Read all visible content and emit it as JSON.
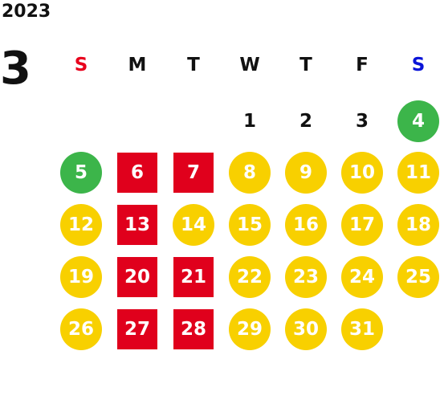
{
  "calendar": {
    "year": "2023",
    "month": "3",
    "weekdays": [
      {
        "label": "S",
        "color": "#e8001c"
      },
      {
        "label": "M",
        "color": "#111111"
      },
      {
        "label": "T",
        "color": "#111111"
      },
      {
        "label": "W",
        "color": "#111111"
      },
      {
        "label": "T",
        "color": "#111111"
      },
      {
        "label": "F",
        "color": "#111111"
      },
      {
        "label": "S",
        "color": "#0a14d8"
      }
    ],
    "colors": {
      "green": "#3cb54a",
      "yellow": "#f8d000",
      "red": "#e0001c"
    },
    "days": [
      {
        "day": "1",
        "row": 0,
        "col": 3,
        "style": "plain"
      },
      {
        "day": "2",
        "row": 0,
        "col": 4,
        "style": "plain"
      },
      {
        "day": "3",
        "row": 0,
        "col": 5,
        "style": "plain"
      },
      {
        "day": "4",
        "row": 0,
        "col": 6,
        "style": "green"
      },
      {
        "day": "5",
        "row": 1,
        "col": 0,
        "style": "green"
      },
      {
        "day": "6",
        "row": 1,
        "col": 1,
        "style": "red"
      },
      {
        "day": "7",
        "row": 1,
        "col": 2,
        "style": "red"
      },
      {
        "day": "8",
        "row": 1,
        "col": 3,
        "style": "yellow"
      },
      {
        "day": "9",
        "row": 1,
        "col": 4,
        "style": "yellow"
      },
      {
        "day": "10",
        "row": 1,
        "col": 5,
        "style": "yellow"
      },
      {
        "day": "11",
        "row": 1,
        "col": 6,
        "style": "yellow"
      },
      {
        "day": "12",
        "row": 2,
        "col": 0,
        "style": "yellow"
      },
      {
        "day": "13",
        "row": 2,
        "col": 1,
        "style": "red"
      },
      {
        "day": "14",
        "row": 2,
        "col": 2,
        "style": "yellow"
      },
      {
        "day": "15",
        "row": 2,
        "col": 3,
        "style": "yellow"
      },
      {
        "day": "16",
        "row": 2,
        "col": 4,
        "style": "yellow"
      },
      {
        "day": "17",
        "row": 2,
        "col": 5,
        "style": "yellow"
      },
      {
        "day": "18",
        "row": 2,
        "col": 6,
        "style": "yellow"
      },
      {
        "day": "19",
        "row": 3,
        "col": 0,
        "style": "yellow"
      },
      {
        "day": "20",
        "row": 3,
        "col": 1,
        "style": "red"
      },
      {
        "day": "21",
        "row": 3,
        "col": 2,
        "style": "red"
      },
      {
        "day": "22",
        "row": 3,
        "col": 3,
        "style": "yellow"
      },
      {
        "day": "23",
        "row": 3,
        "col": 4,
        "style": "yellow"
      },
      {
        "day": "24",
        "row": 3,
        "col": 5,
        "style": "yellow"
      },
      {
        "day": "25",
        "row": 3,
        "col": 6,
        "style": "yellow"
      },
      {
        "day": "26",
        "row": 4,
        "col": 0,
        "style": "yellow"
      },
      {
        "day": "27",
        "row": 4,
        "col": 1,
        "style": "red"
      },
      {
        "day": "28",
        "row": 4,
        "col": 2,
        "style": "red"
      },
      {
        "day": "29",
        "row": 4,
        "col": 3,
        "style": "yellow"
      },
      {
        "day": "30",
        "row": 4,
        "col": 4,
        "style": "yellow"
      },
      {
        "day": "31",
        "row": 4,
        "col": 5,
        "style": "yellow"
      }
    ]
  }
}
